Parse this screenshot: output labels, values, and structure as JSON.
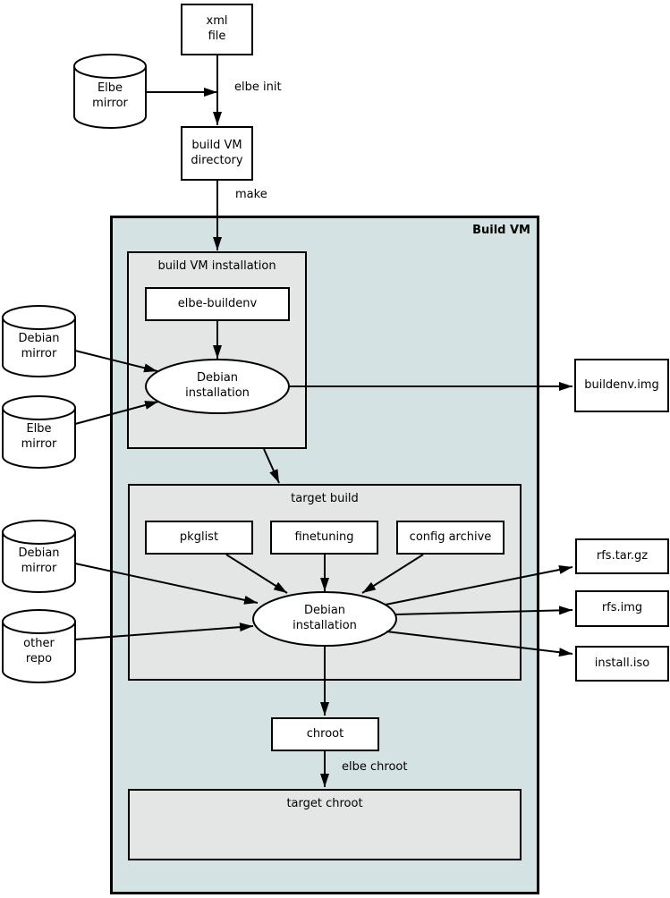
{
  "colors": {
    "build_vm_background": "#d5e2e3",
    "panel_background": "#e4e5e5",
    "node_background": "#ffffff",
    "line": "#000000"
  },
  "containers": {
    "build_vm": {
      "title": "Build VM"
    },
    "build_vm_installation": {
      "title": "build VM installation"
    },
    "target_build": {
      "title": "target build"
    },
    "target_chroot": {
      "title": "target chroot"
    }
  },
  "nodes": {
    "xml_file": "xml\nfile",
    "elbe_mirror_top": "Elbe\nmirror",
    "build_vm_directory": "build VM\ndirectory",
    "elbe_buildenv": "elbe-buildenv",
    "debian_installation_buildenv": "Debian\ninstallation",
    "debian_mirror_upper": "Debian\nmirror",
    "elbe_mirror_mid": "Elbe\nmirror",
    "buildenv_img": "buildenv.img",
    "pkglist": "pkglist",
    "finetuning": "finetuning",
    "config_archive": "config archive",
    "debian_installation_target": "Debian\ninstallation",
    "debian_mirror_lower": "Debian\nmirror",
    "other_repo": "other\nrepo",
    "rfs_tar_gz": "rfs.tar.gz",
    "rfs_img": "rfs.img",
    "install_iso": "install.iso",
    "chroot": "chroot"
  },
  "edge_labels": {
    "elbe_init": "elbe init",
    "make": "make",
    "elbe_chroot": "elbe chroot"
  }
}
